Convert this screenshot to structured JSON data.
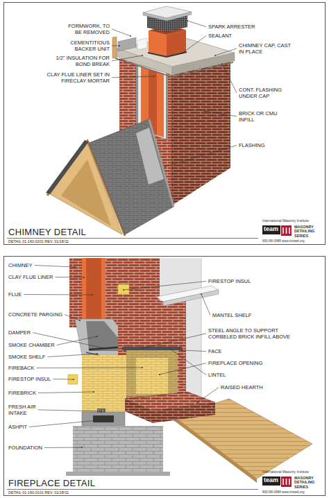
{
  "diagram": {
    "nodes": [
      {
        "text": [
          "CHIMNEY DETAIL",
          "DETAIL 01.160.0201 REV. 01/18/11"
        ]
      },
      {
        "text": [
          "FIREPLACE DETAIL",
          "DETAIL 01.160.0101 REV. 01/18/11"
        ]
      }
    ],
    "labels": [
      "FORMWORK, TO BE REMOVED",
      "CEMENTITIOUS BACKER UNIT",
      "1/2\" INSULATION FOR BOND BREAK",
      "CLAY FLUE LINER SET IN FIRECLAY MORTAR",
      "SPARK ARRESTER",
      "SEALANT",
      "CHIMNEY CAP, CAST IN PLACE",
      "CONT. FLASHING UNDER CAP",
      "BRICK OR CMU INFILL",
      "FLASHING",
      "International Masonry Institute",
      "team",
      "MASONRY DETAILING SERIES",
      "800-IMI-0988 www.imiweb.org",
      "CHIMNEY",
      "CLAY FLUE LINER",
      "FLUE",
      "CONCRETE PARGING",
      "DAMPER",
      "SMOKE CHAMBER",
      "SMOKE SHELF",
      "FIREBACK",
      "FIRESTOP INSUL",
      "FIREBRICK",
      "FRESH AIR INTAKE",
      "ASHPIT",
      "FOUNDATION",
      "FIRESTOP INSUL",
      "MANTEL SHELF",
      "STEEL ANGLE TO SUPPORT CORBELED BRICK INFILL ABOVE",
      "FACE",
      "FIREPLACE OPENING",
      "LINTEL",
      "RAISED HEARTH",
      "International Masonry Institute",
      "team",
      "MASONRY DETAILING SERIES",
      "800-IMI-0988 www.imiweb.org"
    ]
  }
}
